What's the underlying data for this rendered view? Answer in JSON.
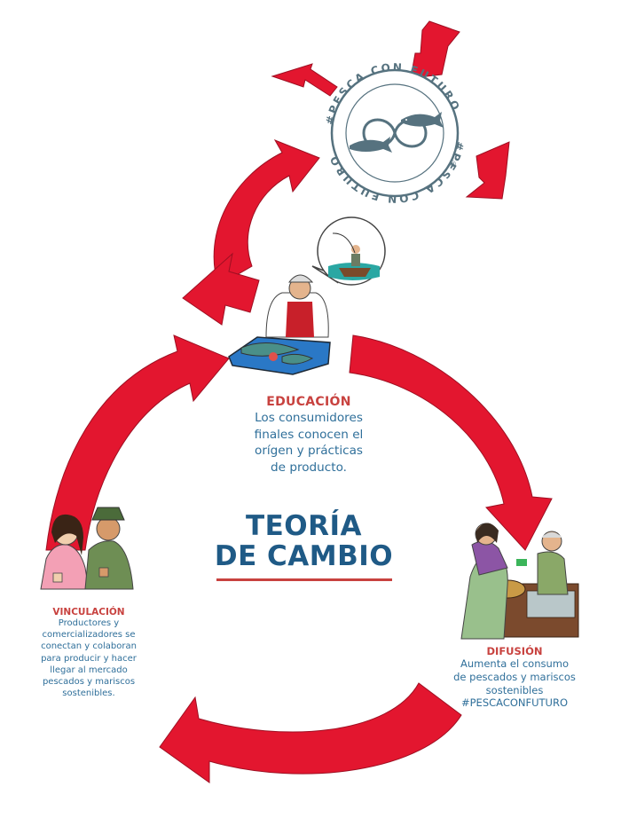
{
  "logo": {
    "ring_text": "#PESCA CON FUTURO",
    "registered_mark": "®"
  },
  "title": {
    "line1": "TEORÍA",
    "line2": "DE CAMBIO"
  },
  "educacion": {
    "heading": "EDUCACIÓN",
    "lines": [
      "Los consumidores",
      "finales conocen el",
      "orígen y prácticas",
      "de producto."
    ]
  },
  "vinculacion": {
    "heading": "VINCULACIÓN",
    "lines": [
      "Productores y",
      "comercializadores se",
      "conectan y colaboran",
      "para producir y hacer",
      "llegar al mercado",
      "pescados y mariscos",
      "sostenibles."
    ]
  },
  "difusion": {
    "heading": "DIFUSIÓN",
    "lines": [
      "Aumenta el consumo",
      "de pescados y mariscos",
      "sostenibles",
      "#PESCACONFUTURO"
    ]
  },
  "colors": {
    "arrow_red": "#e3162f",
    "heading_red": "#c8423f",
    "text_blue": "#2f6f9a",
    "title_blue": "#1f5a86",
    "logo_slate": "#56727f"
  },
  "icons": [
    "cycle-arrow",
    "inward-arrow",
    "fish-icon",
    "fisherman-illustration",
    "chef-illustration",
    "market-illustration",
    "farmers-illustration"
  ]
}
